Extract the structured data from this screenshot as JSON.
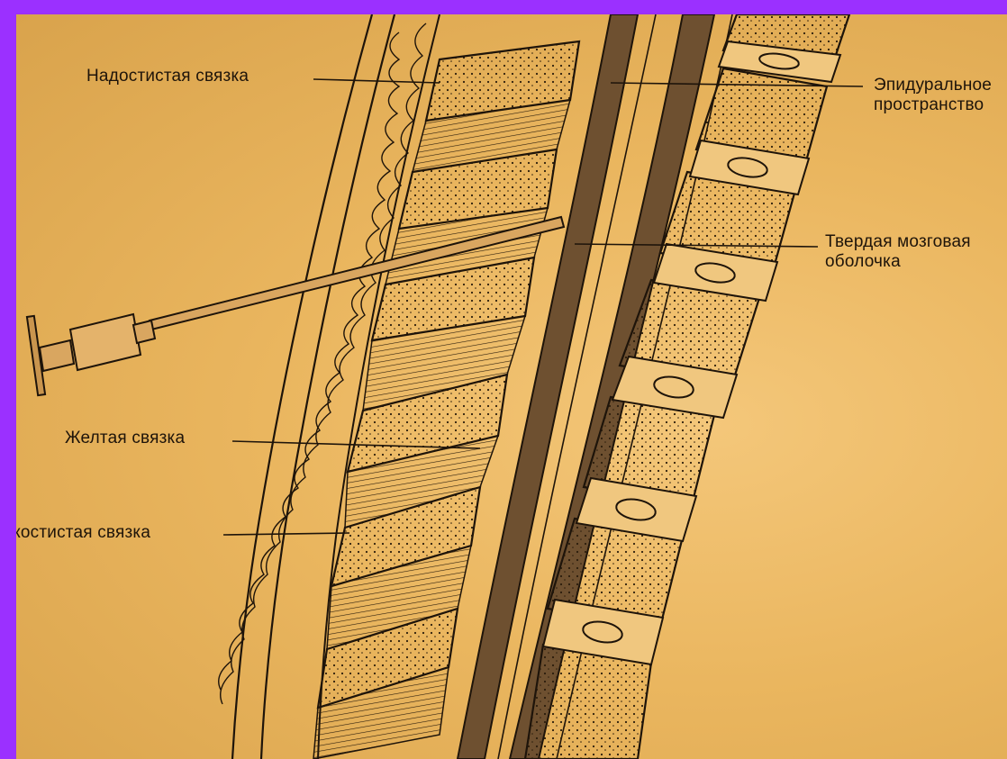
{
  "labels": {
    "supraspinous": "Надостистая связка",
    "epidural": "Эпидуральное\nпространство",
    "dura": "Твердая мозговая\nоболочка",
    "flavum": "Желтая связка",
    "interspinous": "жостистая связка"
  },
  "colors": {
    "paper": "#eab65f",
    "ink": "#1e140a",
    "frame": "#9b30ff",
    "dura_band": "#6e5030"
  }
}
